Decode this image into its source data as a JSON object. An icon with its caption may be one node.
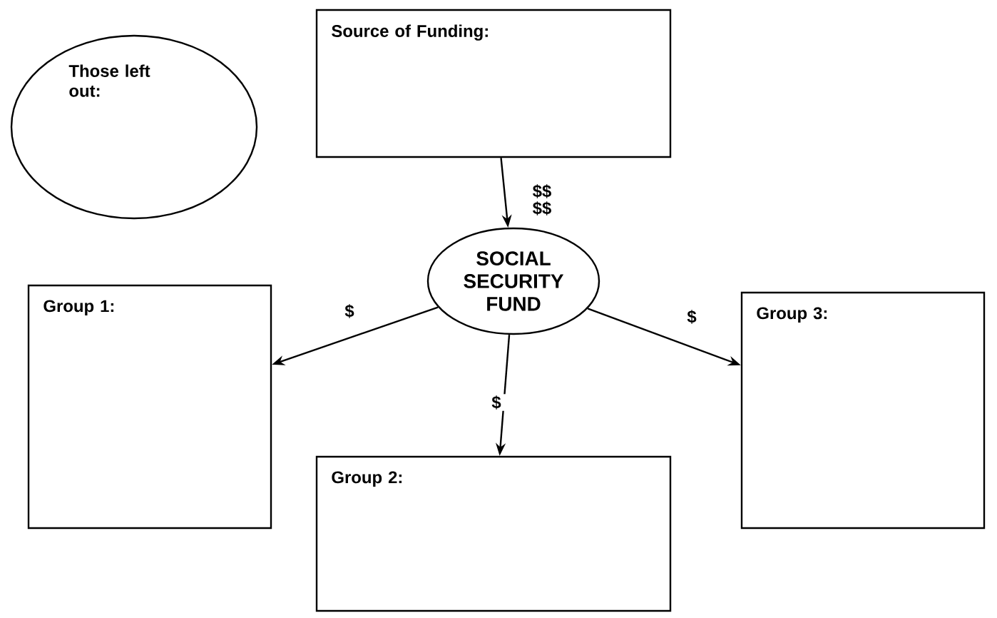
{
  "diagram": {
    "nodes": [
      {
        "text": [
          "Those left out:"
        ]
      },
      {
        "text": [
          "Source of Funding:"
        ]
      },
      {
        "text": [
          "SOCIAL SECURITY FUND"
        ]
      },
      {
        "text": [
          "Group 1:"
        ]
      },
      {
        "text": [
          "Group 3:"
        ]
      },
      {
        "text": [
          "Group 2:"
        ]
      }
    ],
    "edges": [
      {
        "from": 1,
        "to": 2,
        "arrow": "to",
        "label": "$$ $$"
      },
      {
        "from": 2,
        "to": 3,
        "arrow": "to",
        "label": "$"
      },
      {
        "from": 2,
        "to": 5,
        "arrow": "to",
        "label": "$"
      },
      {
        "from": 2,
        "to": 4,
        "arrow": "to",
        "label": "$"
      }
    ]
  }
}
